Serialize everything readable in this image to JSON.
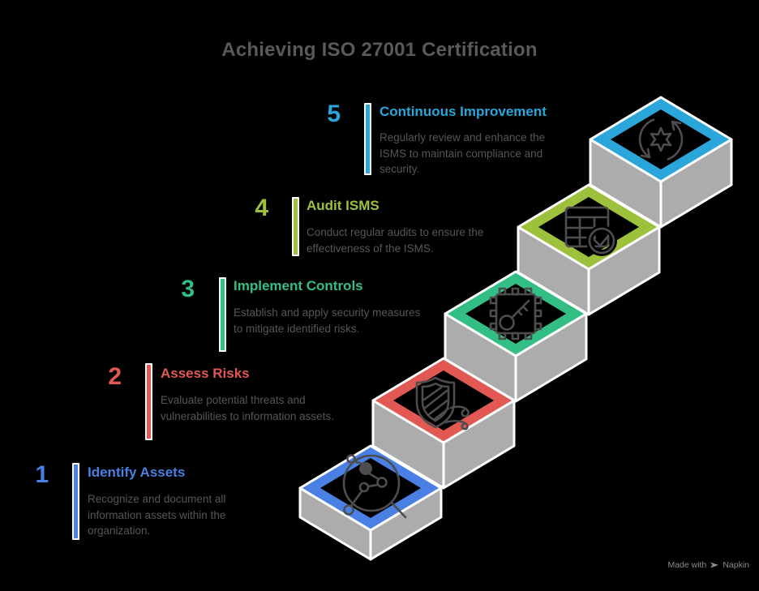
{
  "title": "Achieving ISO 27001 Certification",
  "colors": {
    "background": "#000000",
    "title_text": "#595959",
    "description_text": "#565656",
    "slab_gray": "#ACACAC",
    "outline_white": "#FFFFFF",
    "icon_gray": "#4D4D4D",
    "step1_blue": "#4A80E4",
    "step2_red": "#E25853",
    "step3_green": "#33BE85",
    "step4_lime": "#9DC13C",
    "step5_cyan": "#2BA6DB"
  },
  "steps": [
    {
      "num": "1",
      "title": "Identify Assets",
      "desc": "Recognize and document all information assets within the organization.",
      "color": "#4A80E4",
      "icon": "magnifier-network-icon"
    },
    {
      "num": "2",
      "title": "Assess Risks",
      "desc": "Evaluate potential threats and vulnerabilities to information assets.",
      "color": "#E25853",
      "icon": "shield-wind-icon"
    },
    {
      "num": "3",
      "title": "Implement Controls",
      "desc": "Establish and apply security measures to mitigate identified risks.",
      "color": "#33BE85",
      "icon": "chip-key-icon"
    },
    {
      "num": "4",
      "title": "Audit ISMS",
      "desc": "Conduct regular audits to ensure the effectiveness of the ISMS.",
      "color": "#9DC13C",
      "icon": "table-check-icon"
    },
    {
      "num": "5",
      "title": "Continuous Improvement",
      "desc": "Regularly review and enhance the ISMS to maintain compliance and security.",
      "color": "#2BA6DB",
      "icon": "sync-gear-icon"
    }
  ],
  "watermark": {
    "prefix": "Made with",
    "brand": "Napkin"
  }
}
